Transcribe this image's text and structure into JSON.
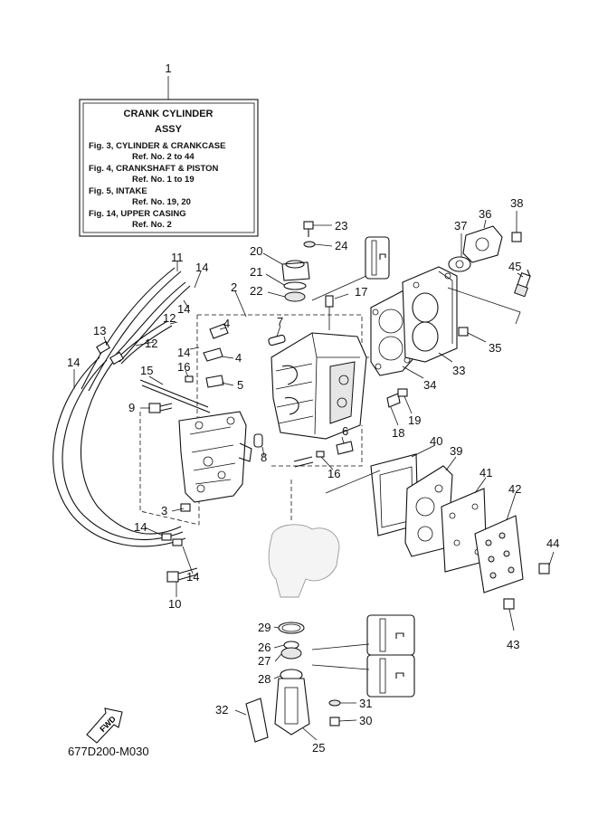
{
  "ref_box": {
    "number": "1",
    "title_line1": "CRANK  CYLINDER",
    "title_line2": "ASSY",
    "lines": [
      "Fig. 3, CYLINDER & CRANKCASE",
      "Ref. No. 2 to 44",
      "Fig. 4, CRANKSHAFT & PISTON",
      "Ref. No. 1 to 19",
      "Fig. 5, INTAKE",
      "Ref. No. 19, 20",
      "Fig. 14, UPPER CASING",
      "Ref. No. 2"
    ]
  },
  "callouts": [
    {
      "id": "2",
      "text": "2"
    },
    {
      "id": "3",
      "text": "3"
    },
    {
      "id": "4a",
      "text": "4"
    },
    {
      "id": "4b",
      "text": "4"
    },
    {
      "id": "5",
      "text": "5"
    },
    {
      "id": "6",
      "text": "6"
    },
    {
      "id": "7",
      "text": "7"
    },
    {
      "id": "8",
      "text": "8"
    },
    {
      "id": "9",
      "text": "9"
    },
    {
      "id": "10",
      "text": "10"
    },
    {
      "id": "11",
      "text": "11"
    },
    {
      "id": "12a",
      "text": "12"
    },
    {
      "id": "12b",
      "text": "12"
    },
    {
      "id": "13",
      "text": "13"
    },
    {
      "id": "14a",
      "text": "14"
    },
    {
      "id": "14b",
      "text": "14"
    },
    {
      "id": "14c",
      "text": "14"
    },
    {
      "id": "14d",
      "text": "14"
    },
    {
      "id": "14e",
      "text": "14"
    },
    {
      "id": "14f",
      "text": "14"
    },
    {
      "id": "15",
      "text": "15"
    },
    {
      "id": "16a",
      "text": "16"
    },
    {
      "id": "16b",
      "text": "16"
    },
    {
      "id": "17",
      "text": "17"
    },
    {
      "id": "18",
      "text": "18"
    },
    {
      "id": "19",
      "text": "19"
    },
    {
      "id": "20",
      "text": "20"
    },
    {
      "id": "21",
      "text": "21"
    },
    {
      "id": "22",
      "text": "22"
    },
    {
      "id": "23",
      "text": "23"
    },
    {
      "id": "24",
      "text": "24"
    },
    {
      "id": "25",
      "text": "25"
    },
    {
      "id": "26",
      "text": "26"
    },
    {
      "id": "27",
      "text": "27"
    },
    {
      "id": "28",
      "text": "28"
    },
    {
      "id": "29",
      "text": "29"
    },
    {
      "id": "30",
      "text": "30"
    },
    {
      "id": "31",
      "text": "31"
    },
    {
      "id": "32",
      "text": "32"
    },
    {
      "id": "33",
      "text": "33"
    },
    {
      "id": "34",
      "text": "34"
    },
    {
      "id": "35",
      "text": "35"
    },
    {
      "id": "36",
      "text": "36"
    },
    {
      "id": "37",
      "text": "37"
    },
    {
      "id": "38",
      "text": "38"
    },
    {
      "id": "39",
      "text": "39"
    },
    {
      "id": "40",
      "text": "40"
    },
    {
      "id": "41",
      "text": "41"
    },
    {
      "id": "42",
      "text": "42"
    },
    {
      "id": "43",
      "text": "43"
    },
    {
      "id": "44",
      "text": "44"
    },
    {
      "id": "45",
      "text": "45"
    }
  ],
  "fwd_arrow_label": "FWD",
  "drawing_code": "677D200-M030",
  "icons": {
    "lubricate": "grease-gun-icon"
  }
}
